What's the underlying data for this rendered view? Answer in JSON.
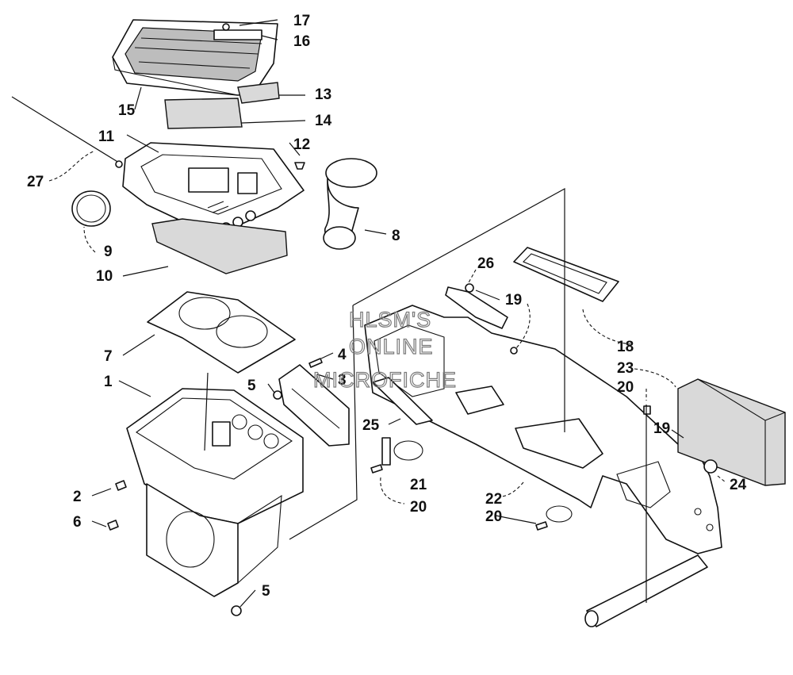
{
  "watermark": {
    "line1": "HLSM'S",
    "line2": "ONLINE",
    "line3": "MICROFICHE"
  },
  "callouts": {
    "c1": "1",
    "c2": "2",
    "c3": "3",
    "c4": "4",
    "c5a": "5",
    "c5b": "5",
    "c6": "6",
    "c7": "7",
    "c8": "8",
    "c9": "9",
    "c10": "10",
    "c11": "11",
    "c12": "12",
    "c13": "13",
    "c14": "14",
    "c15": "15",
    "c16": "16",
    "c17": "17",
    "c18": "18",
    "c19a": "19",
    "c19b": "19",
    "c20a": "20",
    "c20b": "20",
    "c20c": "20",
    "c21": "21",
    "c22": "22",
    "c23": "23",
    "c24": "24",
    "c25": "25",
    "c26": "26",
    "c27": "27"
  }
}
